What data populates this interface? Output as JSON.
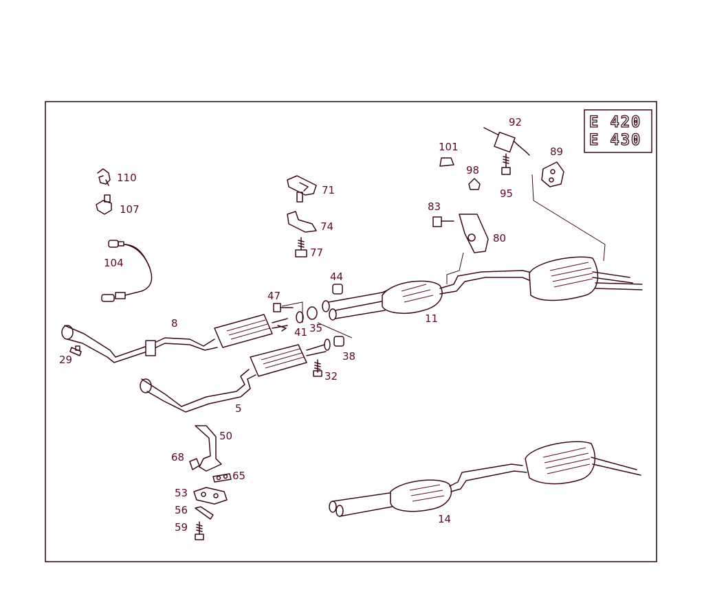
{
  "diagram": {
    "model_badge": {
      "line1": "E 420",
      "line2": "E 430"
    },
    "labels": {
      "p110": "110",
      "p107": "107",
      "p104": "104",
      "p8": "8",
      "p29": "29",
      "p71": "71",
      "p74": "74",
      "p77": "77",
      "p47": "47",
      "p41": "41",
      "p35": "35",
      "p44": "44",
      "p38": "38",
      "p32": "32",
      "p5": "5",
      "p101": "101",
      "p98": "98",
      "p95": "95",
      "p92": "92",
      "p89": "89",
      "p83": "83",
      "p80": "80",
      "p11": "11",
      "p50": "50",
      "p68": "68",
      "p65": "65",
      "p53": "53",
      "p56": "56",
      "p59": "59",
      "p14": "14"
    },
    "colors": {
      "line": "#3a0814",
      "label": "#5a0a1e",
      "frame": "#1a0208"
    }
  }
}
